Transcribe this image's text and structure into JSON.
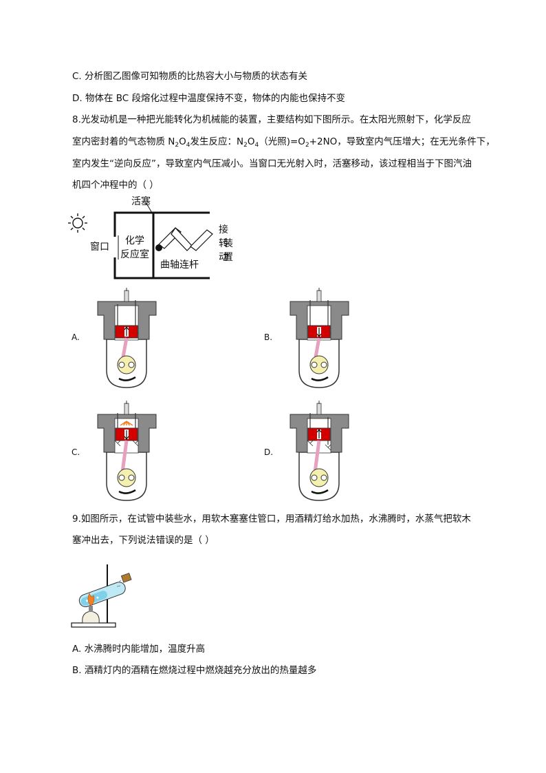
{
  "q7": {
    "optionC": "C. 分析图乙图像可知物质的比热容大小与物质的状态有关",
    "optionD": "D. 物体在 BC 段熔化过程中温度保持不变，物体的内能也保持不变"
  },
  "q8": {
    "line1": "8.光发动机是一种把光能转化为机械能的装置，主要结构如下图所示。在太阳光照射下，化学反应",
    "line2_a": "室内密封着的气态物质 N",
    "line2_b": "2",
    "line2_c": "O",
    "line2_d": "4",
    "line2_e": "发生反应：N",
    "line2_f": "2",
    "line2_g": "O",
    "line2_h": "4",
    "line2_i": "（光照)=O",
    "line2_j": "2",
    "line2_k": "+2NO，导致室内气压增大；在无光条件下，",
    "line3": "室内发生“逆向反应”，导致室内气压减小。当窗口无光射入时，活塞移动，该过程相当于下图汽油",
    "line4": "机四个冲程中的（    ）",
    "diagram": {
      "piston_label": "活塞",
      "window_label": "窗口",
      "chamber_label_1": "化学",
      "chamber_label_2": "反应室",
      "crank_label": "曲轴连杆",
      "connect_label_1": "接转动",
      "connect_label_2": "装置"
    },
    "options": [
      "A.",
      "B.",
      "C.",
      "D."
    ]
  },
  "q9": {
    "line1": "9.如图所示，在试管中装些水，用软木塞塞住管口，用酒精灯给水加热，水沸腾时，水蒸气把软木",
    "line2": "塞冲出去，下列说法错误的是（    ）",
    "optionA": "A. 水沸腾时内能增加，温度升高",
    "optionB": "B. 酒精灯内的酒精在燃烧过程中燃烧越充分放出的热量越多"
  },
  "colors": {
    "piston_red": "#d40000",
    "engine_gray": "#8a8a8a",
    "rod_pink": "#e8a0c0",
    "crank_yellow": "#f5f0b0",
    "flame_orange": "#f08020",
    "tube_blue": "#7fd0e8"
  }
}
